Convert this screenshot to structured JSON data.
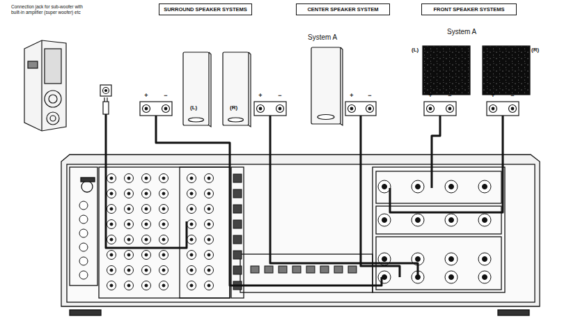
{
  "diagram": {
    "nodes": [
      {
        "text": [
          "Connection jack for sub-woofer with built-in amplifier (super woofer) etc"
        ]
      },
      {
        "text": [
          "SURROUND SPEAKER SYSTEMS"
        ]
      },
      {
        "text": [
          "CENTER SPEAKER SYSTEM"
        ]
      },
      {
        "text": [
          "FRONT SPEAKER SYSTEMS"
        ]
      },
      {
        "text": [
          "System A"
        ]
      },
      {
        "text": [
          "(L)"
        ]
      },
      {
        "text": [
          "(R)"
        ]
      },
      {
        "text": [
          "(L)"
        ]
      },
      {
        "text": [
          "(R)"
        ]
      }
    ],
    "labels": [
      "System A",
      "+",
      "−",
      "+",
      "−",
      "+",
      "−",
      "+",
      "−",
      "+",
      "−"
    ]
  }
}
